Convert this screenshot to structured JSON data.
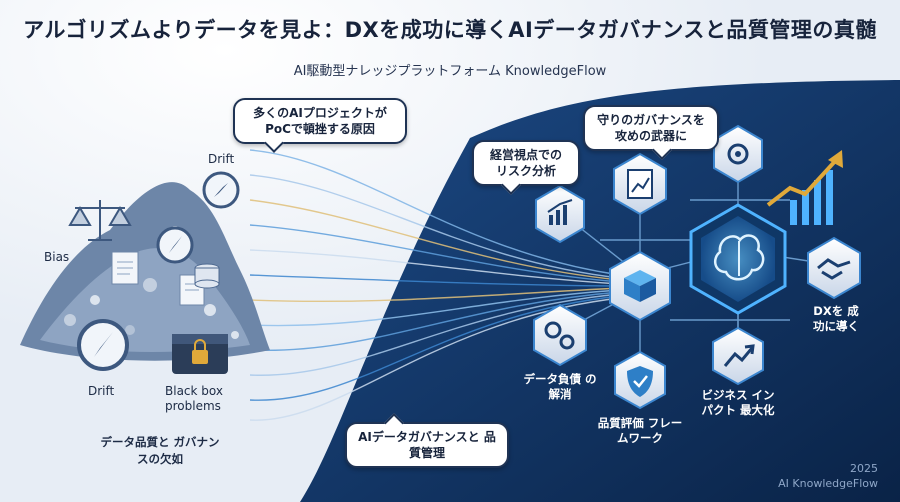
{
  "title": "アルゴリズムよりデータを見よ：DXを成功に導くAIデータガバナンスと品質管理の真髄",
  "subtitle": "AI駆動型ナレッジプラットフォーム KnowledgeFlow",
  "left": {
    "bubble_top": "多くのAIプロジェクトが PoCで頓挫する原因",
    "bubble_bottom": "AIデータガバナンスと 品質管理",
    "label_drift_top": "Drift",
    "label_bias": "Bias",
    "label_drift_bottom": "Drift",
    "label_black_box": "Black box problems",
    "label_lack": "データ品質と ガバナンスの欠如"
  },
  "right": {
    "bubble_risk": "経営視点での リスク分析",
    "bubble_weapon": "守りのガバナンスを 攻めの武器に",
    "label_dx": "DXを 成功に導く",
    "label_debt": "データ負債 の解消",
    "label_framework": "品質評価 フレームワーク",
    "label_impact": "ビジネス インパクト 最大化"
  },
  "footer": {
    "year": "2025",
    "brand": "AI KnowledgeFlow"
  },
  "colors": {
    "navy": "#0e2a52",
    "accent": "#3fa0e8",
    "gold": "#e0a93a",
    "light_bg": "#eef2f7"
  }
}
